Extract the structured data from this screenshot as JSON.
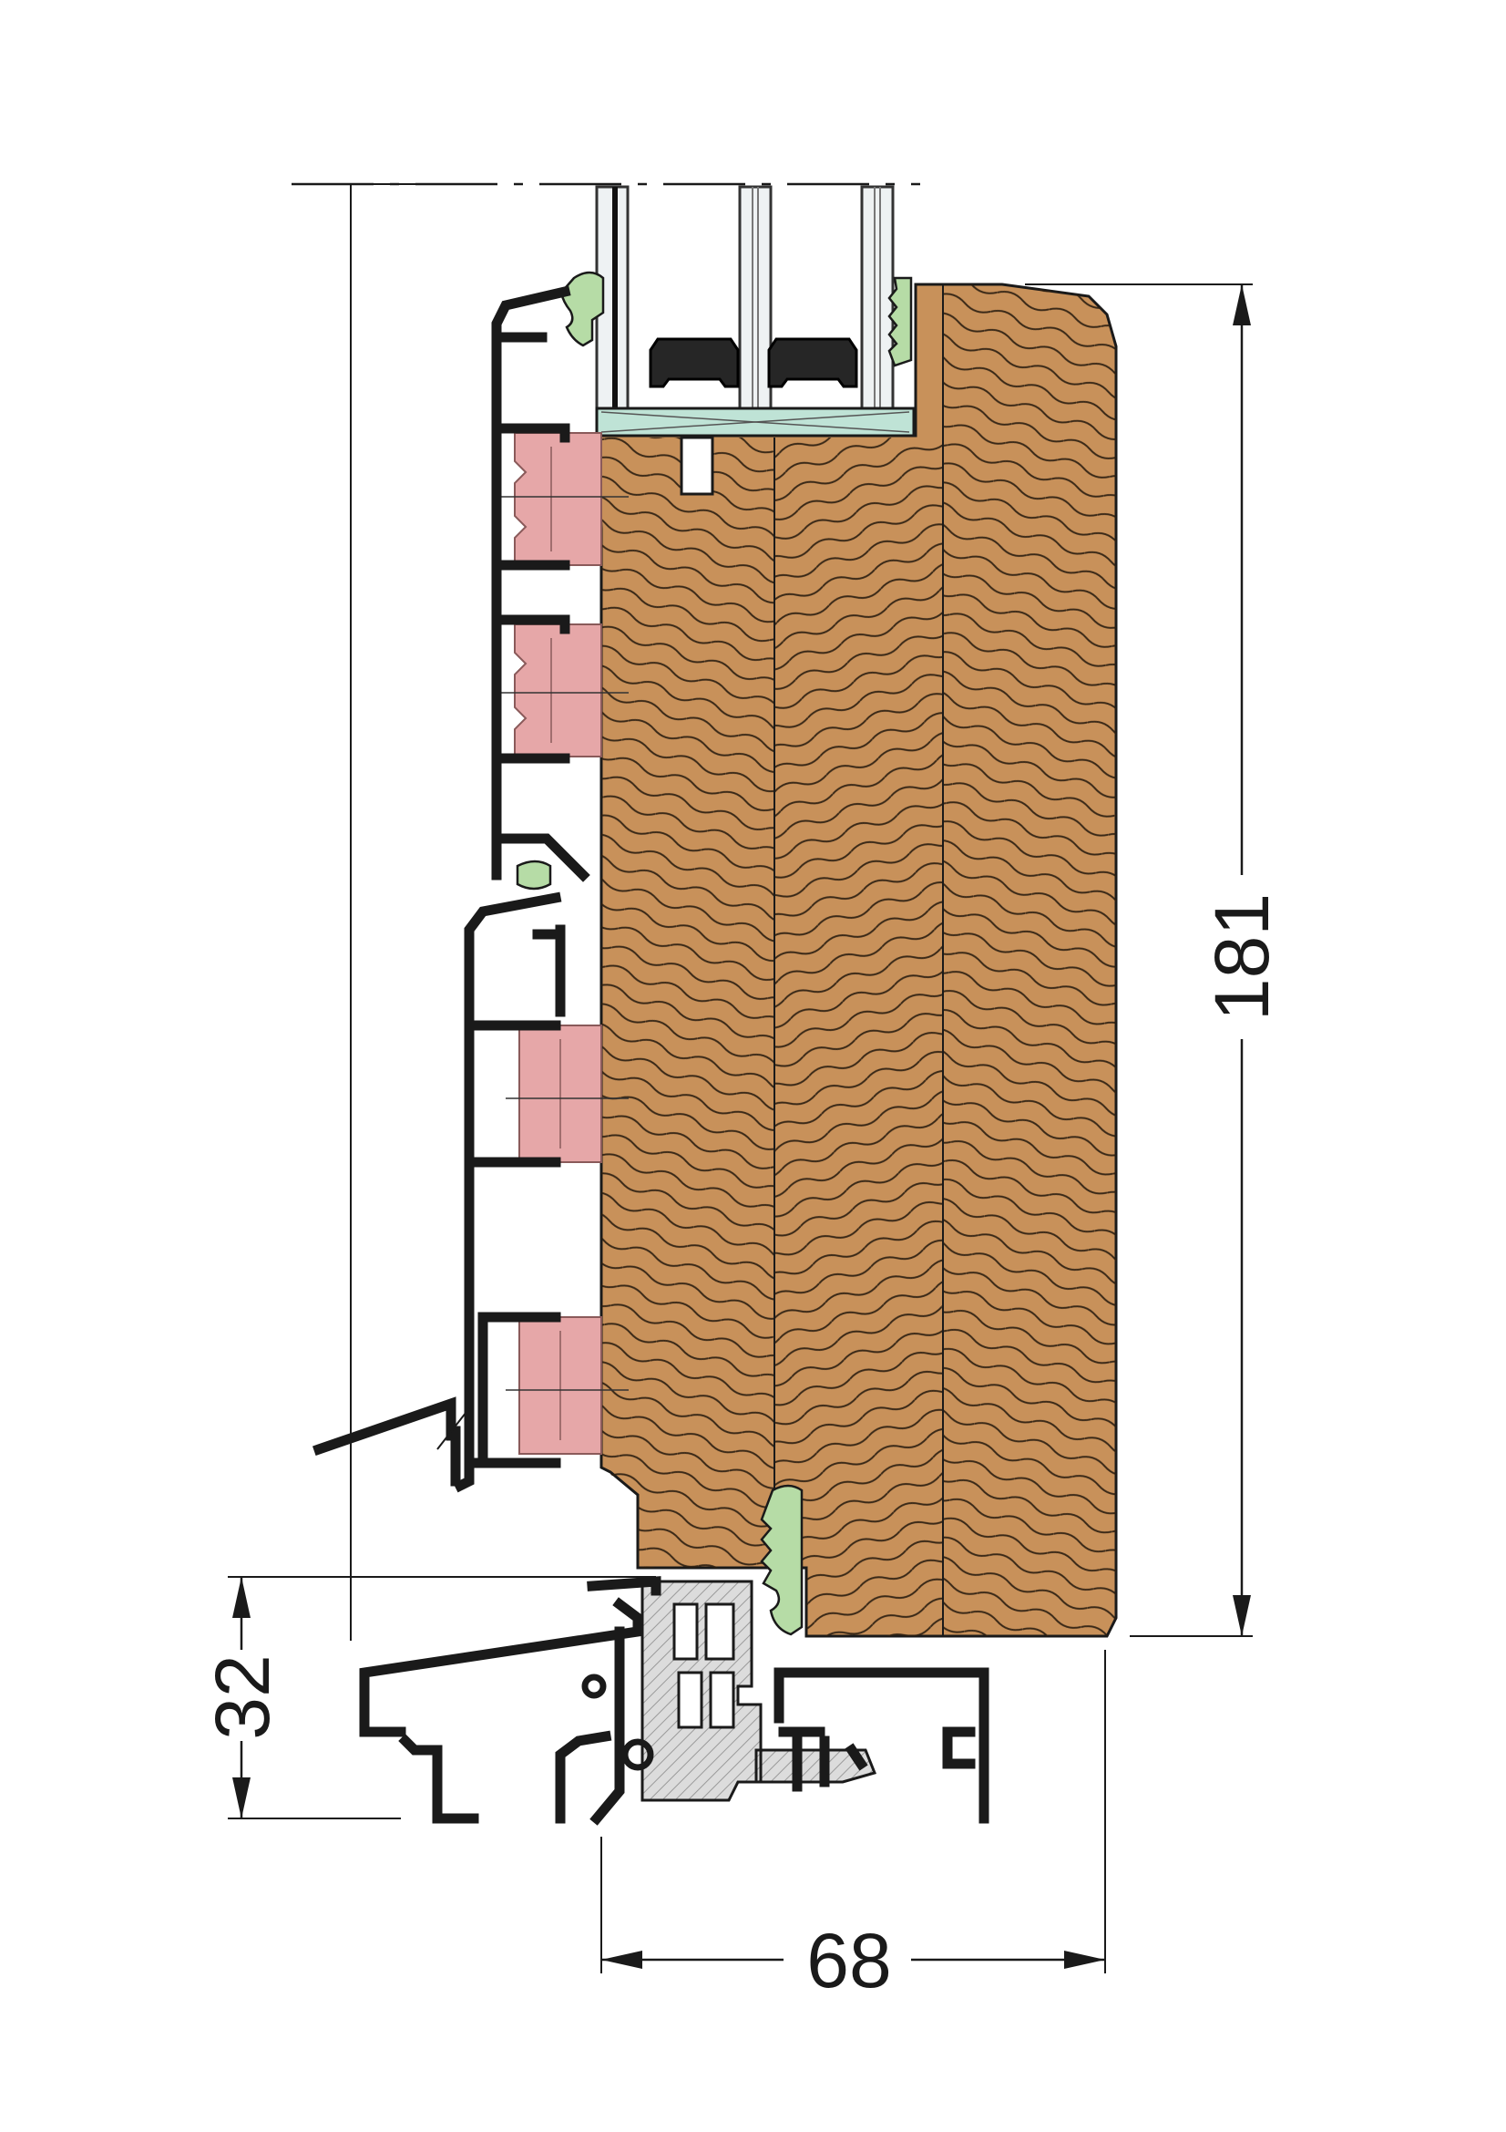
{
  "dimensions": {
    "height_label": "181",
    "bottom_height_label": "32",
    "width_label": "68"
  },
  "colors": {
    "wood": "#c8915a",
    "wood_grain": "#2a1d10",
    "aluminium": "#1a1a1a",
    "clip": "#e6a7a8",
    "gasket": "#b6dca6",
    "glass_spacer": "#bfe3d6",
    "glass": "#e9eef0",
    "insulation": "#d8d8d8",
    "seal_block": "#262626"
  }
}
